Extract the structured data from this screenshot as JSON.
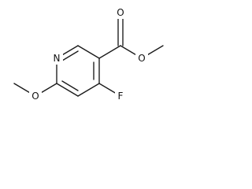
{
  "molecule": {
    "atoms": {
      "nitrogen": "N",
      "fluorine": "F",
      "methoxy_oxygen": "O",
      "ester_single_oxygen": "O",
      "carbonyl_oxygen": "O"
    }
  },
  "colors": {
    "bond": "#1a1a1a",
    "label": "#111111",
    "background": "#ffffff"
  }
}
